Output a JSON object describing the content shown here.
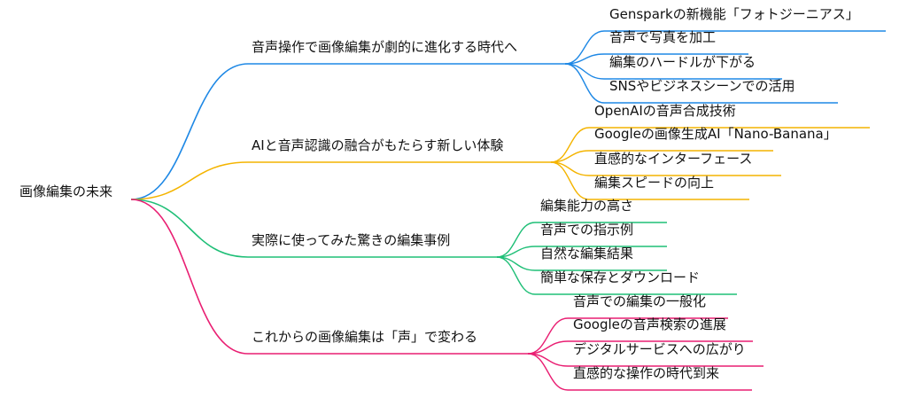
{
  "root": {
    "label": "画像編集の未来"
  },
  "branches": [
    {
      "label": "音声操作で画像編集が劇的に進化する時代へ",
      "color": "#1e88e5",
      "children": [
        "Gensparkの新機能「フォトジーニアス」",
        "音声で写真を加工",
        "編集のハードルが下がる",
        "SNSやビジネスシーンでの活用"
      ]
    },
    {
      "label": "AIと音声認識の融合がもたらす新しい体験",
      "color": "#f4b400",
      "children": [
        "OpenAIの音声合成技術",
        "Googleの画像生成AI「Nano-Banana」",
        "直感的なインターフェース",
        "編集スピードの向上"
      ]
    },
    {
      "label": "実際に使ってみた驚きの編集事例",
      "color": "#1fbf77",
      "children": [
        "編集能力の高さ",
        "音声での指示例",
        "自然な編集結果",
        "簡単な保存とダウンロード"
      ]
    },
    {
      "label": "これからの画像編集は「声」で変わる",
      "color": "#e91e72",
      "children": [
        "音声での編集の一般化",
        "Googleの音声検索の進展",
        "デジタルサービスへの広がり",
        "直感的な操作の時代到来"
      ]
    }
  ]
}
